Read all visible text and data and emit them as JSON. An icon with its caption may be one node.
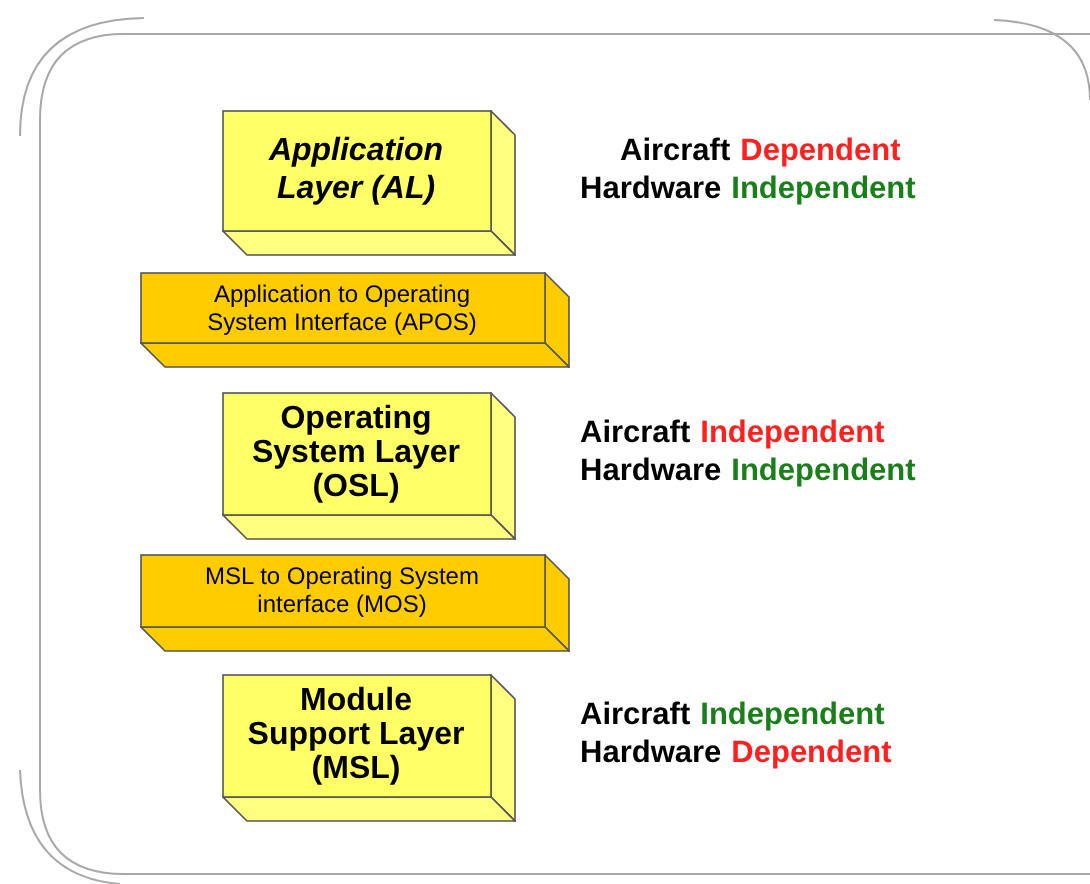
{
  "diagram": {
    "nodes": [
      {
        "text": [
          "Application Layer (AL)"
        ]
      },
      {
        "text": [
          "Application to Operating System Interface (APOS)"
        ]
      },
      {
        "text": [
          "Operating System Layer (OSL)"
        ]
      },
      {
        "text": [
          "MSL to Operating System interface (MOS)"
        ]
      },
      {
        "text": [
          "Module Support Layer (MSL)"
        ]
      }
    ],
    "labels": [
      "Aircraft",
      "Dependent",
      "Hardware",
      "Independent",
      "Aircraft",
      "Independent",
      "Hardware",
      "Independent",
      "Aircraft",
      "Independent",
      "Hardware",
      "Dependent"
    ]
  }
}
